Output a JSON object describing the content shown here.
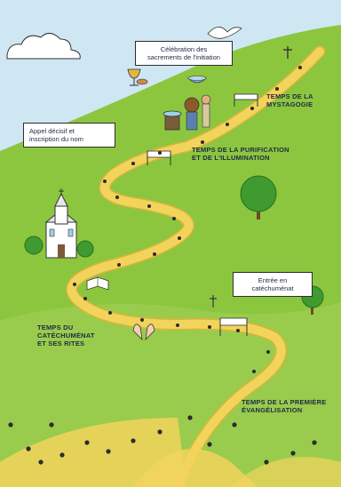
{
  "milestones": {
    "celebration": [
      "Célébration des",
      "sacrements de l'initiation"
    ],
    "appel": [
      "Appel décisif et",
      "inscription du nom"
    ],
    "entree": [
      "Entrée en",
      "catéchuménat"
    ]
  },
  "periods": {
    "mystagogie": [
      "TEMPS DE LA",
      "MYSTAGOGIE"
    ],
    "purification": [
      "TEMPS DE LA PURIFICATION",
      "ET DE L'ILLUMINATION"
    ],
    "catechumenat": [
      "TEMPS DU",
      "CATÉCHUMÉNAT",
      "ET SES RITES"
    ],
    "evangelisation": [
      "TEMPS DE LA PREMIÈRE",
      "ÉVANGÉLISATION"
    ]
  },
  "colors": {
    "sky": "#cfe6f3",
    "hill": "#8cc63f",
    "hill_light": "#a4d25a",
    "path": "#f2d45c",
    "path_edge": "#d9b43a",
    "tree": "#3f9b2f",
    "text": "#1f2a44"
  },
  "icons": [
    "dove-icon",
    "cross-icon",
    "chalice-icon",
    "bread-icon",
    "oil-bowl-icon",
    "baptismal-font-icon",
    "church-icon",
    "bible-icon",
    "hands-icon",
    "tree-icon",
    "cloud-icon",
    "ribbon-marker-icon"
  ]
}
